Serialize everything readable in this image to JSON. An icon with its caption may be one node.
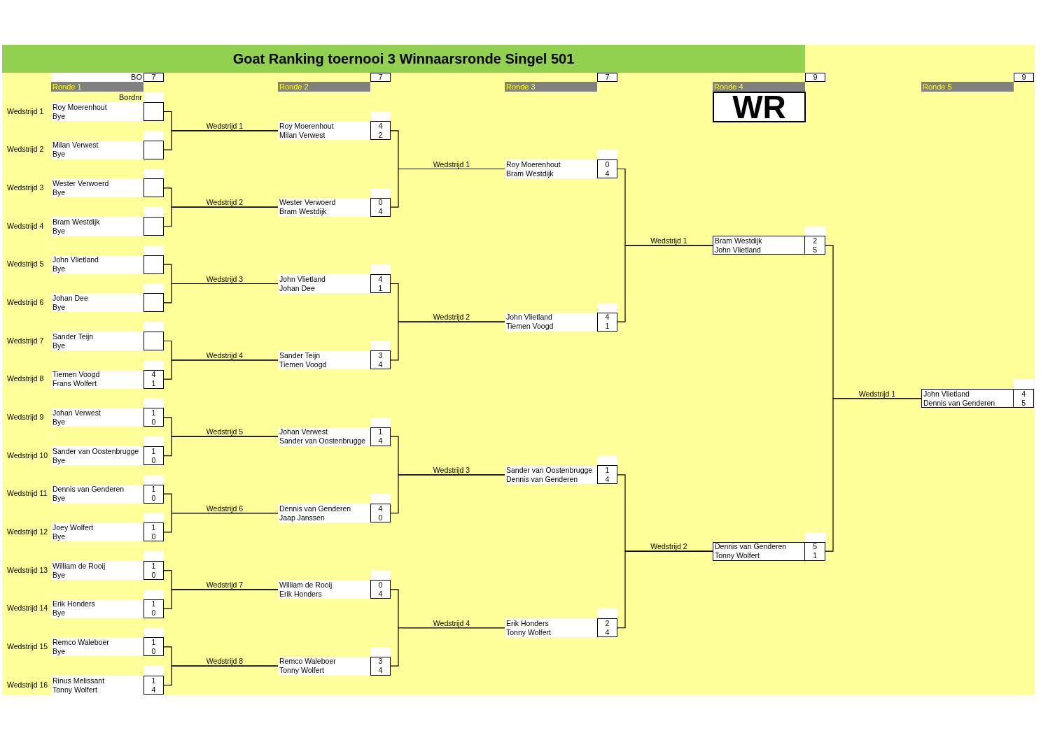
{
  "diagram": {
    "title": "Goat Ranking toernooi 3 Winnaarsronde Singel 501",
    "nodes": [
      {
        "text": [
          "Roy Moerenhout",
          "Bye"
        ],
        "beside": [
          "Wedstrijd 1"
        ]
      },
      {
        "text": [
          "Milan Verwest",
          "Bye"
        ],
        "beside": [
          "Wedstrijd 2"
        ]
      },
      {
        "text": [
          "Wester Verwoerd",
          "Bye"
        ],
        "beside": [
          "Wedstrijd 3"
        ]
      },
      {
        "text": [
          "Bram Westdijk",
          "Bye"
        ],
        "beside": [
          "Wedstrijd 4"
        ]
      },
      {
        "text": [
          "John Vlietland",
          "Bye"
        ],
        "beside": [
          "Wedstrijd 5"
        ]
      },
      {
        "text": [
          "Johan Dee",
          "Bye"
        ],
        "beside": [
          "Wedstrijd 6"
        ]
      },
      {
        "text": [
          "Sander Teijn",
          "Bye"
        ],
        "beside": [
          "Wedstrijd 7"
        ]
      },
      {
        "text": [
          "Tiemen Voogd",
          "4",
          "Frans Wolfert",
          "1"
        ],
        "beside": [
          "Wedstrijd 8"
        ]
      },
      {
        "text": [
          "Johan Verwest",
          "1",
          "Bye",
          "0"
        ],
        "beside": [
          "Wedstrijd 9"
        ]
      },
      {
        "text": [
          "Sander van Oostenbrugge",
          "1",
          "Bye",
          "0"
        ],
        "beside": [
          "Wedstrijd 10"
        ]
      },
      {
        "text": [
          "Dennis van Genderen",
          "1",
          "Bye",
          "0"
        ],
        "beside": [
          "Wedstrijd 11"
        ]
      },
      {
        "text": [
          "Joey Wolfert",
          "1",
          "Bye",
          "0"
        ],
        "beside": [
          "Wedstrijd 12"
        ]
      },
      {
        "text": [
          "William de Rooij",
          "1",
          "Bye",
          "0"
        ],
        "beside": [
          "Wedstrijd 13"
        ]
      },
      {
        "text": [
          "Erik Honders",
          "1",
          "Bye",
          "0"
        ],
        "beside": [
          "Wedstrijd 14"
        ]
      },
      {
        "text": [
          "Remco Waleboer",
          "1",
          "Bye",
          "0"
        ],
        "beside": [
          "Wedstrijd 15"
        ]
      },
      {
        "text": [
          "Rinus Melissant",
          "1",
          "Tonny Wolfert",
          "4"
        ],
        "beside": [
          "Wedstrijd 16"
        ]
      },
      {
        "text": [
          "Roy Moerenhout",
          "4",
          "Milan Verwest",
          "2"
        ]
      },
      {
        "text": [
          "Wester Verwoerd",
          "0",
          "Bram Westdijk",
          "4"
        ]
      },
      {
        "text": [
          "John Vlietland",
          "4",
          "Johan Dee",
          "1"
        ]
      },
      {
        "text": [
          "Sander Teijn",
          "3",
          "Tiemen Voogd",
          "4"
        ]
      },
      {
        "text": [
          "Johan Verwest",
          "1",
          "Sander van Oostenbrugge",
          "4"
        ]
      },
      {
        "text": [
          "Dennis van Genderen",
          "4",
          "Jaap Janssen",
          "0"
        ]
      },
      {
        "text": [
          "William de Rooij",
          "0",
          "Erik Honders",
          "4"
        ]
      },
      {
        "text": [
          "Remco Waleboer",
          "3",
          "Tonny Wolfert",
          "4"
        ]
      },
      {
        "text": [
          "Roy Moerenhout",
          "0",
          "Bram Westdijk",
          "4"
        ]
      },
      {
        "text": [
          "John Vlietland",
          "4",
          "Tiemen Voogd",
          "1"
        ]
      },
      {
        "text": [
          "Sander van Oostenbrugge",
          "1",
          "Dennis van Genderen",
          "4"
        ]
      },
      {
        "text": [
          "Erik Honders",
          "2",
          "Tonny Wolfert",
          "4"
        ]
      },
      {
        "text": [
          "Bram Westdijk",
          "2",
          "John Vlietland",
          "5"
        ]
      },
      {
        "text": [
          "Dennis van Genderen",
          "5",
          "Tonny Wolfert",
          "1"
        ]
      },
      {
        "text": [
          "John Vlietland",
          "4",
          "Dennis van Genderen",
          "5"
        ]
      },
      {
        "text": [
          "WR"
        ]
      }
    ],
    "edges": [
      {
        "from": 0,
        "to": 16,
        "arrow": "none",
        "label": "Wedstrijd 1"
      },
      {
        "from": 1,
        "to": 16,
        "arrow": "none"
      },
      {
        "from": 2,
        "to": 17,
        "arrow": "none",
        "label": "Wedstrijd 2"
      },
      {
        "from": 3,
        "to": 17,
        "arrow": "none"
      },
      {
        "from": 4,
        "to": 18,
        "arrow": "none",
        "label": "Wedstrijd 3"
      },
      {
        "from": 5,
        "to": 18,
        "arrow": "none"
      },
      {
        "from": 6,
        "to": 19,
        "arrow": "none",
        "label": "Wedstrijd 4"
      },
      {
        "from": 7,
        "to": 19,
        "arrow": "none"
      },
      {
        "from": 8,
        "to": 20,
        "arrow": "none",
        "label": "Wedstrijd 5"
      },
      {
        "from": 9,
        "to": 20,
        "arrow": "none"
      },
      {
        "from": 10,
        "to": 21,
        "arrow": "none",
        "label": "Wedstrijd 6"
      },
      {
        "from": 11,
        "to": 21,
        "arrow": "none"
      },
      {
        "from": 12,
        "to": 22,
        "arrow": "none",
        "label": "Wedstrijd 7"
      },
      {
        "from": 13,
        "to": 22,
        "arrow": "none"
      },
      {
        "from": 14,
        "to": 23,
        "arrow": "none",
        "label": "Wedstrijd 8"
      },
      {
        "from": 15,
        "to": 23,
        "arrow": "none"
      },
      {
        "from": 16,
        "to": 24,
        "arrow": "none",
        "label": "Wedstrijd 1"
      },
      {
        "from": 17,
        "to": 24,
        "arrow": "none"
      },
      {
        "from": 18,
        "to": 25,
        "arrow": "none",
        "label": "Wedstrijd 2"
      },
      {
        "from": 19,
        "to": 25,
        "arrow": "none"
      },
      {
        "from": 20,
        "to": 26,
        "arrow": "none",
        "label": "Wedstrijd 3"
      },
      {
        "from": 21,
        "to": 26,
        "arrow": "none"
      },
      {
        "from": 22,
        "to": 27,
        "arrow": "none",
        "label": "Wedstrijd 4"
      },
      {
        "from": 23,
        "to": 27,
        "arrow": "none"
      },
      {
        "from": 24,
        "to": 28,
        "arrow": "none",
        "label": "Wedstrijd 1"
      },
      {
        "from": 25,
        "to": 28,
        "arrow": "none"
      },
      {
        "from": 26,
        "to": 29,
        "arrow": "none",
        "label": "Wedstrijd 2"
      },
      {
        "from": 27,
        "to": 29,
        "arrow": "none"
      },
      {
        "from": 28,
        "to": 30,
        "arrow": "none",
        "label": "Wedstrijd 1"
      },
      {
        "from": 29,
        "to": 30,
        "arrow": "none"
      }
    ],
    "labels": [
      "BO",
      "7",
      "7",
      "7",
      "9",
      "9",
      "Ronde 1",
      "Ronde 2",
      "Ronde 3",
      "Ronde 4",
      "Ronde 5",
      "Bordnr"
    ]
  }
}
